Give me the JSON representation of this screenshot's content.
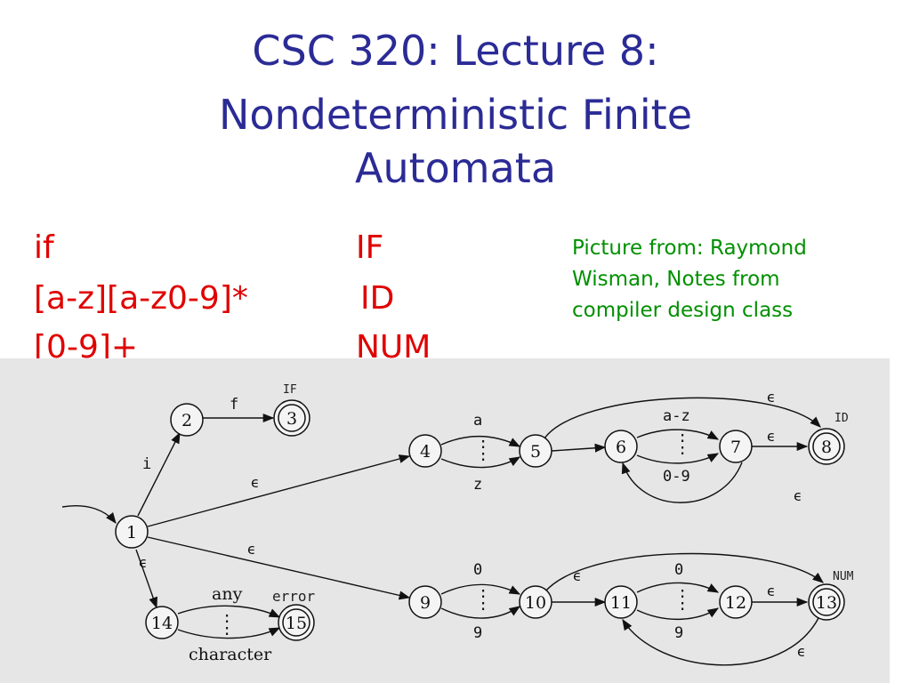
{
  "slide": {
    "title_line1": "CSC 320: Lecture 8:",
    "title_line2": "Nondeterministic Finite",
    "title_line3": "Automata",
    "rules": [
      {
        "pattern": "if",
        "token": "IF"
      },
      {
        "pattern": "[a-z][a-z0-9]*",
        "token": "ID"
      },
      {
        "pattern": "[0-9]+",
        "token": "NUM"
      }
    ],
    "credit": "Picture from: Raymond Wisman, Notes from compiler design class"
  },
  "diagram": {
    "states": [
      "1",
      "2",
      "3",
      "4",
      "5",
      "6",
      "7",
      "8",
      "9",
      "10",
      "11",
      "12",
      "13",
      "14",
      "15"
    ],
    "accept_tags": {
      "if": "IF",
      "id": "ID",
      "num": "NUM",
      "error": "error"
    },
    "edge_labels": {
      "i": "i",
      "f": "f",
      "a": "a",
      "z": "z",
      "az": "a-z",
      "d09": "0-9",
      "zero": "0",
      "nine": "9",
      "dots": ":",
      "eps": "ϵ",
      "any": "any",
      "character": "character"
    }
  },
  "colors": {
    "title": "#2b2b96",
    "rules": "#e00000",
    "credit": "#009000",
    "scan_bg": "#e6e6e6"
  }
}
